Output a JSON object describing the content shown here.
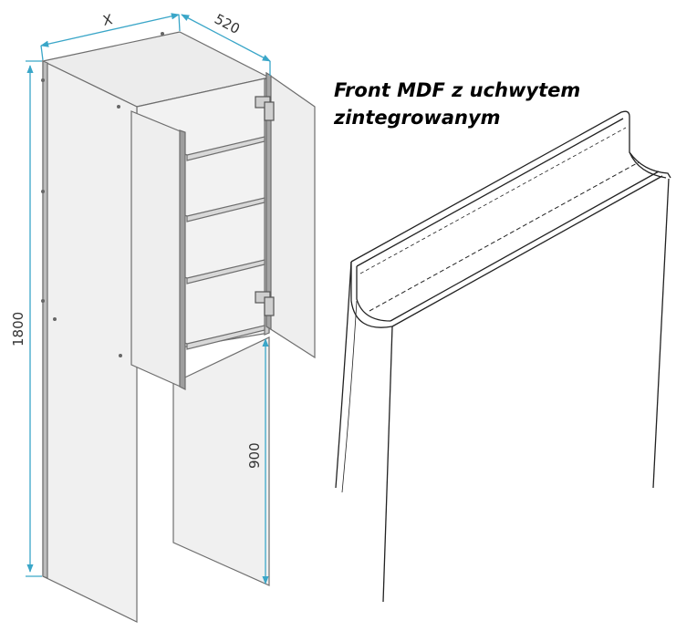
{
  "diagram": {
    "dimensions": {
      "width": "X",
      "depth": "520",
      "height": "1800",
      "lower_height": "900"
    },
    "caption": {
      "line1": "Front MDF z uchwytem",
      "line2": "zintegrowanym"
    }
  },
  "colors": {
    "dimension_line": "#3aa6c8",
    "panel_fill": "#e2e2e2",
    "panel_edge": "#7a7a7a",
    "outline": "#222222"
  }
}
